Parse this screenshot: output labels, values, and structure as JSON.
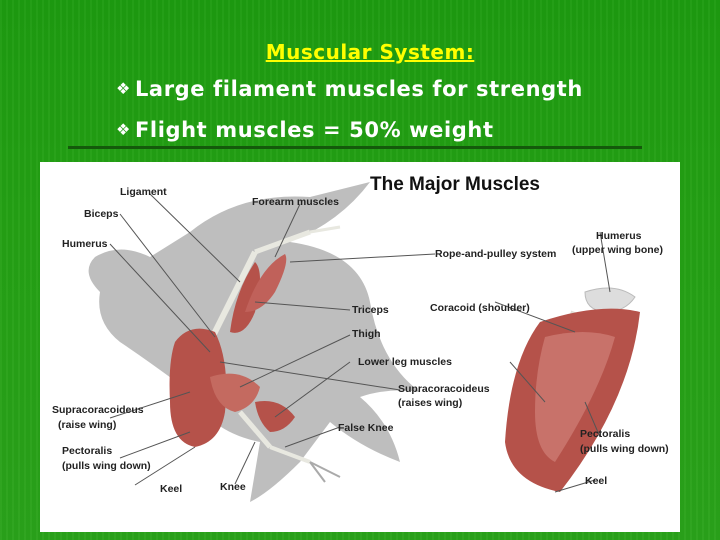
{
  "slide": {
    "title": "Muscular System:",
    "bullets": [
      "Large filament muscles for strength",
      "Flight muscles = 50% weight"
    ]
  },
  "figure": {
    "title": "The Major Muscles",
    "labels": {
      "ligament": "Ligament",
      "forearm": "Forearm muscles",
      "biceps": "Biceps",
      "humerus_left": "Humerus",
      "humerus_right_1": "Humerus",
      "humerus_right_2": "(upper wing bone)",
      "rope_pulley": "Rope-and-pulley system",
      "triceps": "Triceps",
      "coracoid": "Coracoid (shoulder)",
      "thigh": "Thigh",
      "lower_leg": "Lower leg muscles",
      "supra_right_1": "Supracoracoideus",
      "supra_right_2": "(raises wing)",
      "supra_left_1": "Supracoracoideus",
      "supra_left_2": "(raise wing)",
      "false_knee": "False Knee",
      "pectoralis_left_1": "Pectoralis",
      "pectoralis_left_2": "(pulls wing down)",
      "pectoralis_right_1": "Pectoralis",
      "pectoralis_right_2": "(pulls wing down)",
      "keel_left": "Keel",
      "knee": "Knee",
      "keel_right": "Keel"
    }
  },
  "colors": {
    "background": "#24a014",
    "title": "#ffff00",
    "bullet_text": "#ffffff",
    "muscle": "#b5524a"
  }
}
